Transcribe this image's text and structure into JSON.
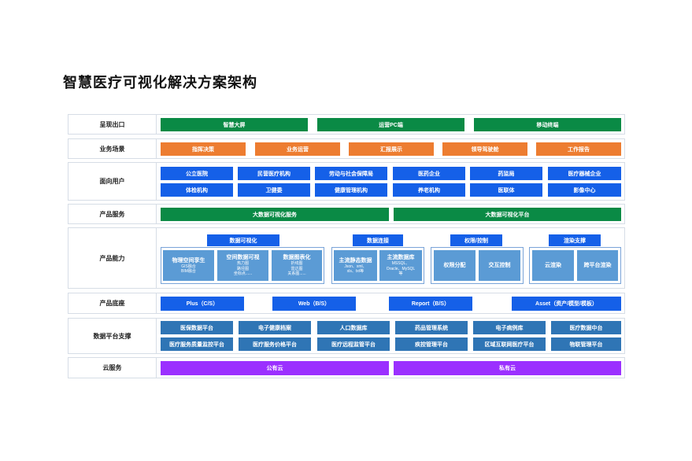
{
  "title": "智慧医疗可视化解决方案架构",
  "rows": {
    "presentation": {
      "label": "呈现出口",
      "items": [
        "智慧大屏",
        "运营PC端",
        "移动终端"
      ]
    },
    "scenarios": {
      "label": "业务场景",
      "items": [
        "指挥决策",
        "业务运营",
        "汇报展示",
        "领导驾驶舱",
        "工作报告"
      ]
    },
    "users": {
      "label": "面向用户",
      "items": [
        "公立医院",
        "民营医疗机构",
        "劳动与社会保障局",
        "医药企业",
        "药监局",
        "医疗器械企业",
        "体检机构",
        "卫健委",
        "健康管理机构",
        "养老机构",
        "医联体",
        "影像中心"
      ]
    },
    "services": {
      "label": "产品服务",
      "items": [
        "大数据可视化服务",
        "大数据可视化平台"
      ]
    },
    "capabilities": {
      "label": "产品能力",
      "groups": [
        {
          "head": "数据可视化",
          "items": [
            {
              "title": "物理空间孪生",
              "sub": [
                "GIS融合",
                "BIM融合"
              ]
            },
            {
              "title": "空间数据可视",
              "sub": [
                "热力图",
                "路径图",
                "坐标点......"
              ]
            },
            {
              "title": "数据图表化",
              "sub": [
                "折线图",
                "雷达图",
                "关系图......"
              ]
            }
          ]
        },
        {
          "head": "数据连接",
          "items": [
            {
              "title": "主流静态数据",
              "sub": [
                "Json、xml、",
                "xls、txt等"
              ]
            },
            {
              "title": "主流数据库",
              "sub": [
                "MSSQL、",
                "Oracle、MySQL",
                "等"
              ]
            }
          ]
        },
        {
          "head": "权限/控制",
          "items": [
            {
              "title": "权限分配",
              "sub": []
            },
            {
              "title": "交互控制",
              "sub": []
            }
          ]
        },
        {
          "head": "渲染支撑",
          "items": [
            {
              "title": "云渲染",
              "sub": []
            },
            {
              "title": "跨平台渲染",
              "sub": []
            }
          ]
        }
      ]
    },
    "base": {
      "label": "产品底座",
      "items": [
        "Plus（C/S）",
        "Web（B/S）",
        "Report（B/S）",
        "Asset（资产/模型/模板）"
      ]
    },
    "platforms": {
      "label": "数据平台支撑",
      "items": [
        "医保数据平台",
        "电子健康档案",
        "人口数据库",
        "药品管理系统",
        "电子病例库",
        "医疗数据中台",
        "医疗服务质量监控平台",
        "医疗服务价格平台",
        "医疗远程监管平台",
        "疾控管理平台",
        "区域互联网医疗平台",
        "物联管理平台"
      ]
    },
    "cloud": {
      "label": "云服务",
      "items": [
        "公有云",
        "私有云"
      ]
    }
  },
  "colors": {
    "green": "#0a8a45",
    "orange": "#ed7d31",
    "blue": "#1560e8",
    "steel": "#2f75b5",
    "light_blue": "#5b9bd5",
    "purple": "#9b30ff"
  }
}
